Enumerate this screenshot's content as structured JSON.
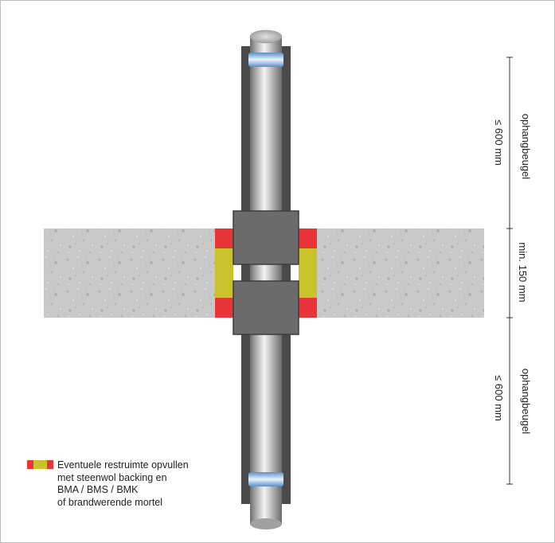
{
  "dimensions": {
    "upper_label": "≤ 600 mm",
    "upper_side_label": "ophangbeugel",
    "middle_label": "min. 150 mm",
    "lower_label": "≤ 600 mm",
    "lower_side_label": "ophangbeugel"
  },
  "legend": {
    "lines": [
      "Eventuele restruimte opvullen",
      "met steenwol backing en",
      "BMA / BMS / BMK",
      "of brandwerende mortel"
    ]
  },
  "colors": {
    "fill_red": "#e8353a",
    "fill_yellow": "#c9c22a",
    "sleeve": "#4a4a4a",
    "collar": "#6b6b6b",
    "pipe_clip": "#8ec3f0"
  }
}
